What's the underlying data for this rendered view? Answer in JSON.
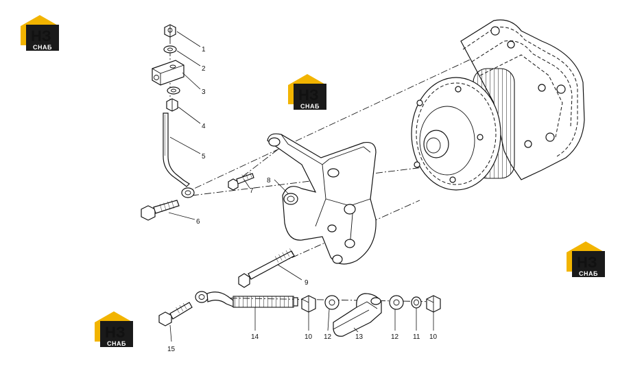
{
  "logo": {
    "mark": "НЗ",
    "text": "СНАБ",
    "colors": {
      "roof": "#f2b400",
      "body": "#1a1a1a",
      "letters": "#ffffff"
    }
  },
  "callouts": {
    "c1": "1",
    "c2": "2",
    "c3": "3",
    "c4": "4",
    "c5": "5",
    "c6": "6",
    "c7": "7",
    "c8": "8",
    "c9": "9",
    "c10a": "10",
    "c10b": "10",
    "c11": "11",
    "c12a": "12",
    "c12b": "12",
    "c13": "13",
    "c14": "14",
    "c15": "15"
  }
}
